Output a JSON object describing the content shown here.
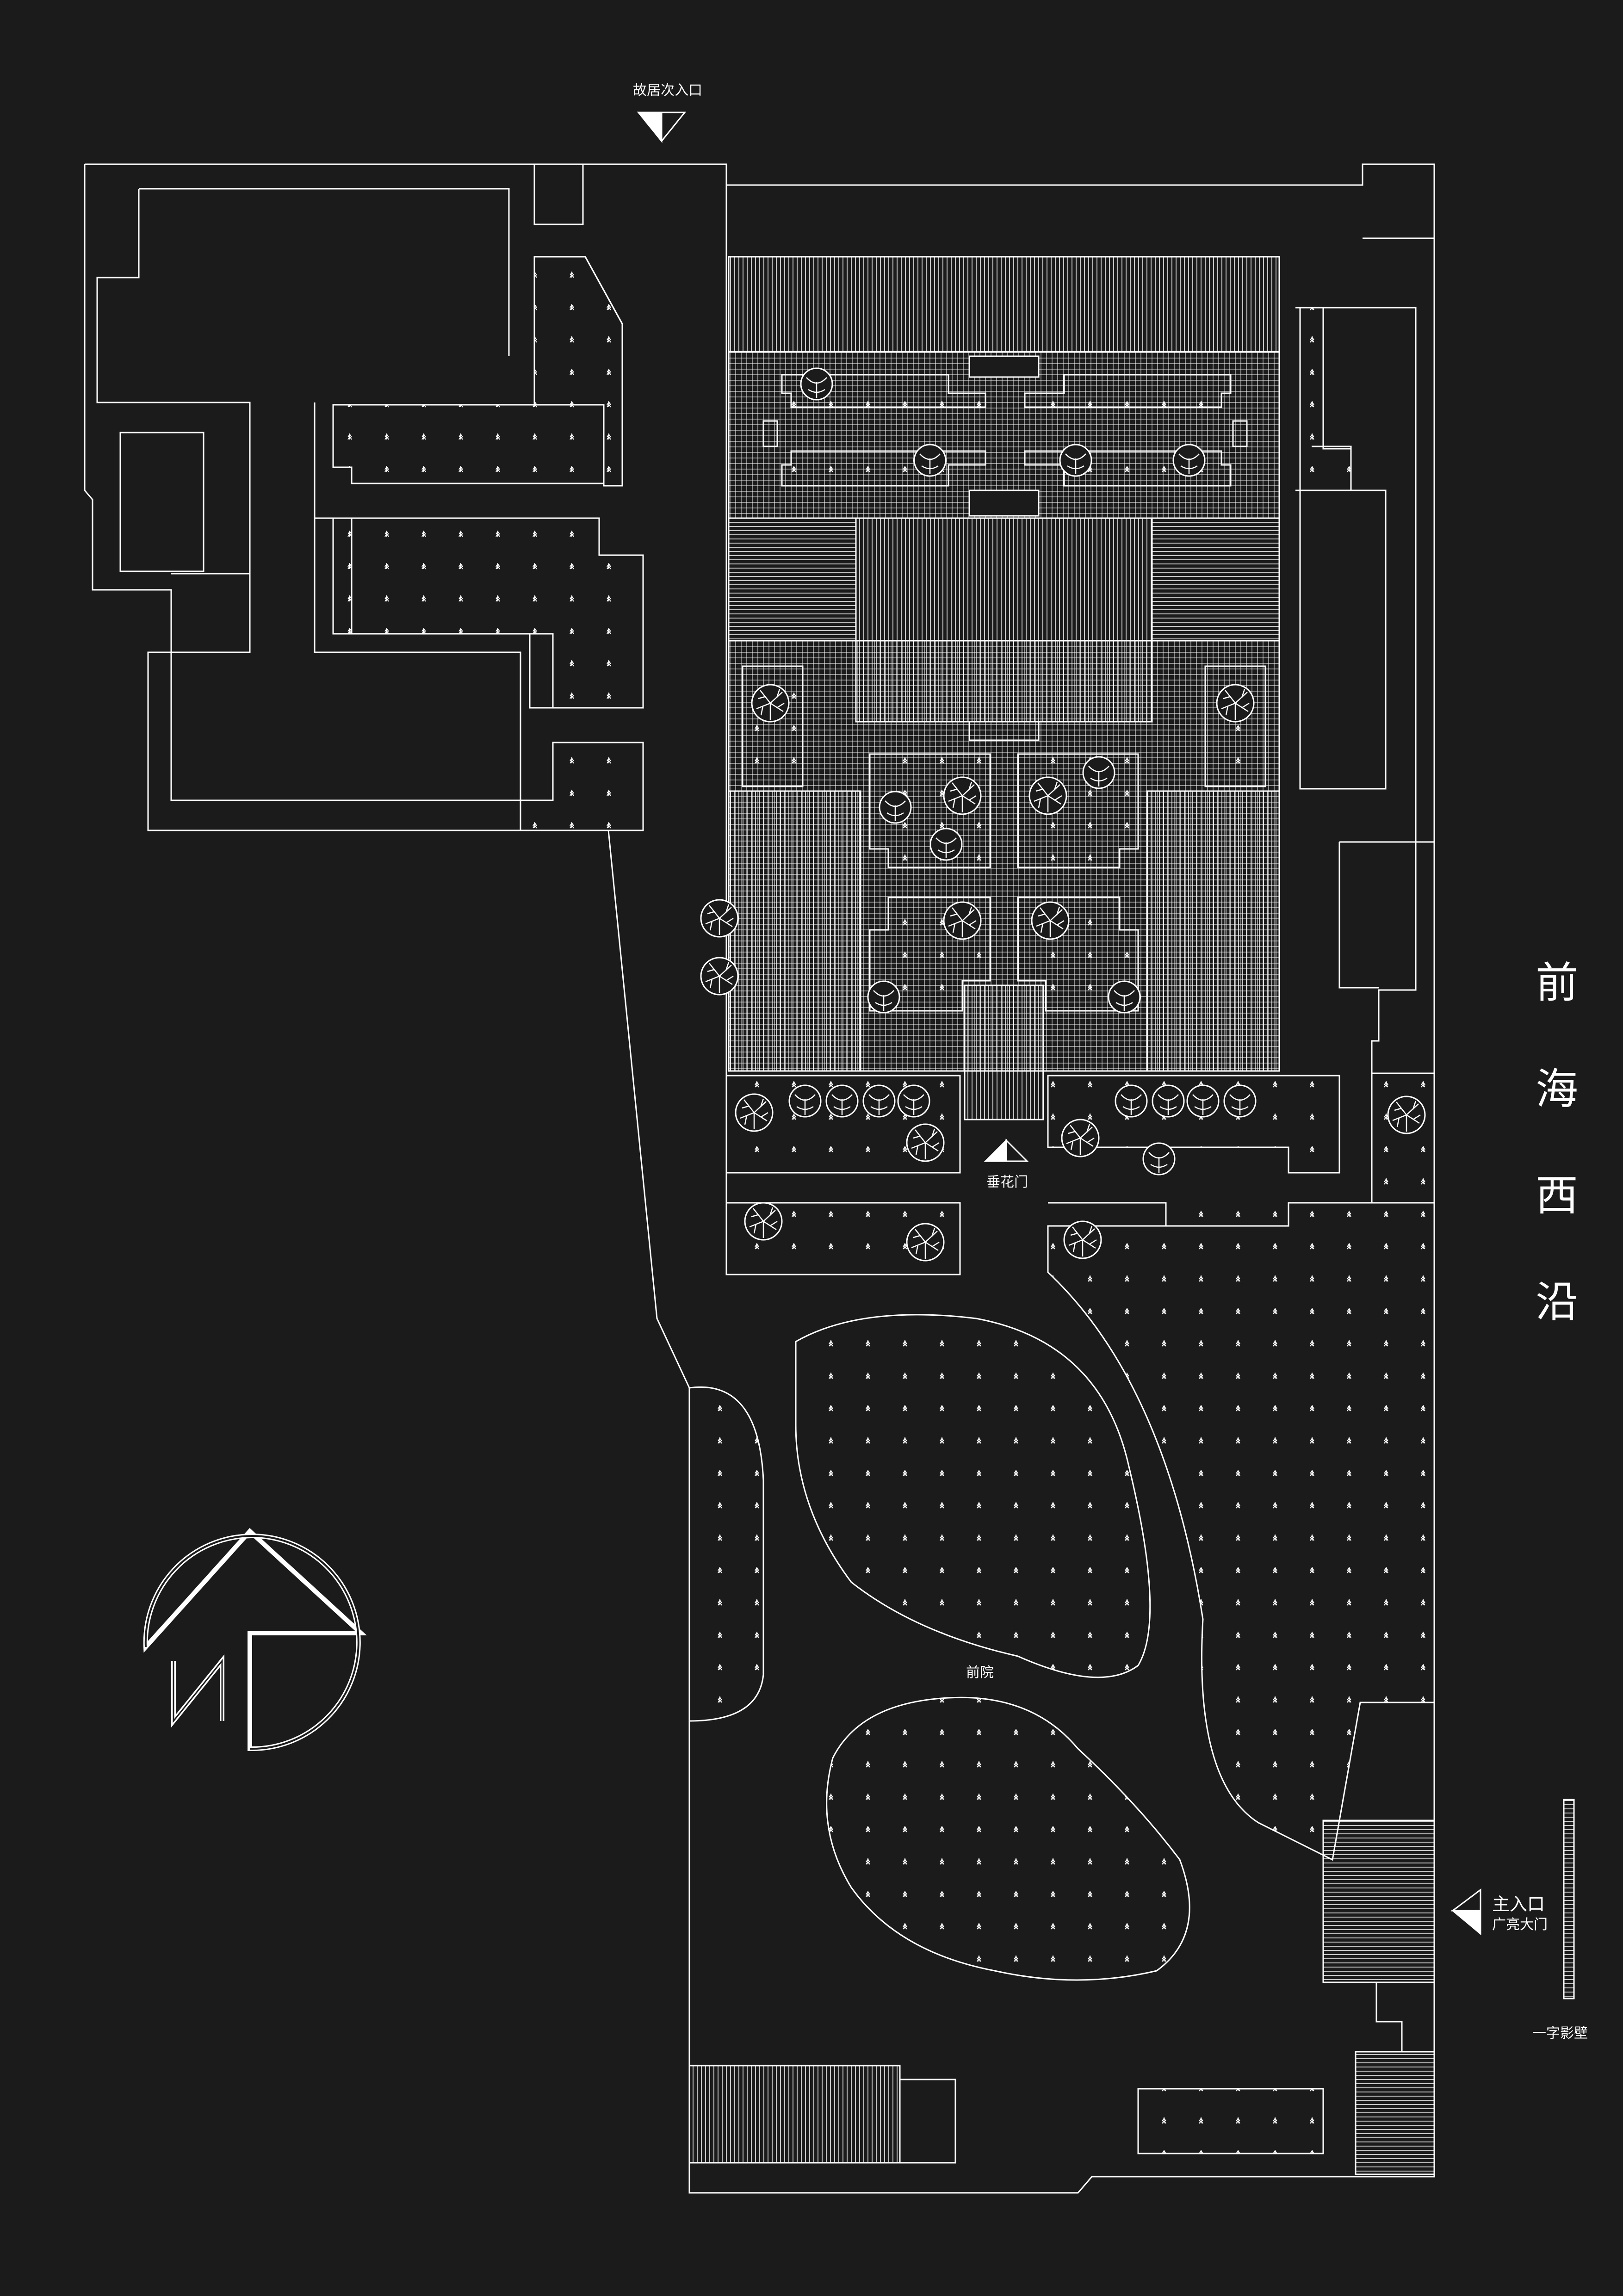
{
  "labels": {
    "secondary_entrance": "故居次入口",
    "garden_gate": "垂花门",
    "front_yard": "前院",
    "main_entrance": "主入口",
    "main_gate": "广亮大门",
    "screen_wall": "一字影壁",
    "north_letter": "N"
  },
  "street_name": [
    "前",
    "海",
    "西",
    "沿"
  ],
  "colors": {
    "background": "#1b1b1b",
    "line": "#ffffff"
  },
  "icons": [
    "north-arrow-icon",
    "entrance-marker-icon",
    "tree-symbol-icon",
    "grass-pattern-icon"
  ]
}
